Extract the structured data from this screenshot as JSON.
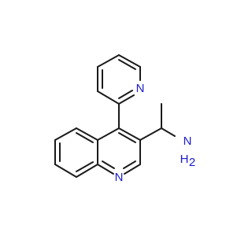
{
  "molecule": {
    "colors": {
      "bond": "#1a1a1a",
      "nitrogen": "#1a1acd"
    },
    "atoms": {
      "pyridine_n": {
        "label": "N",
        "element": "N"
      },
      "quinoline_n": {
        "label": "N",
        "element": "N"
      },
      "amine_n": {
        "label": "N",
        "element": "N"
      },
      "amine_h2": {
        "label": "H",
        "element": "H"
      }
    }
  }
}
